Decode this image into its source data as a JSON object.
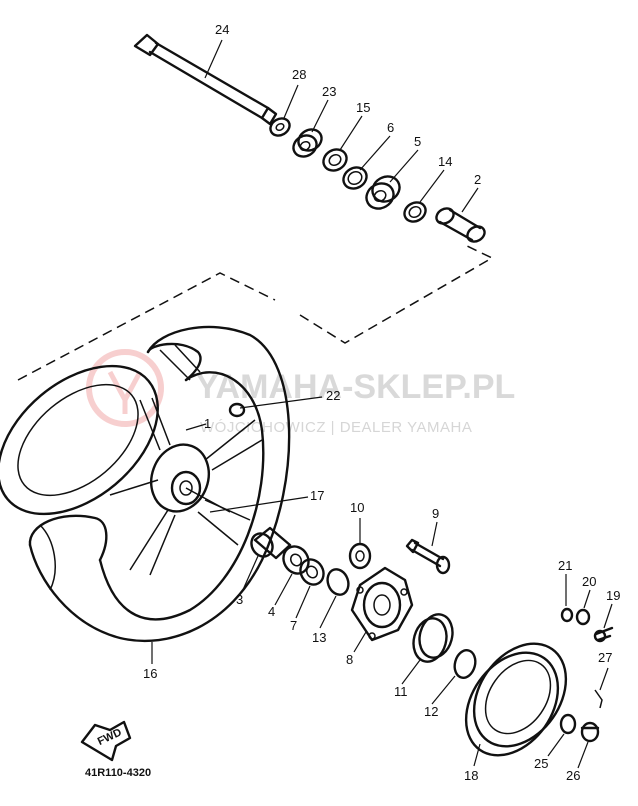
{
  "watermark": {
    "title": "YAMAHA-SKLEP.PL",
    "subtitle": "WÓJCICHOWICZ | DEALER YAMAHA",
    "color": "#d9d9d9",
    "logo_color": "#f2b8b8"
  },
  "diagram_code": "41R110-4320",
  "fwd_label": "FWD",
  "callouts": [
    {
      "key": "p24",
      "label": "24"
    },
    {
      "key": "p28",
      "label": "28"
    },
    {
      "key": "p23",
      "label": "23"
    },
    {
      "key": "p15",
      "label": "15"
    },
    {
      "key": "p6",
      "label": "6"
    },
    {
      "key": "p5",
      "label": "5"
    },
    {
      "key": "p14",
      "label": "14"
    },
    {
      "key": "p2",
      "label": "2"
    },
    {
      "key": "p22",
      "label": "22"
    },
    {
      "key": "p1",
      "label": "1"
    },
    {
      "key": "p17",
      "label": "17"
    },
    {
      "key": "p10",
      "label": "10"
    },
    {
      "key": "p9",
      "label": "9"
    },
    {
      "key": "p3",
      "label": "3"
    },
    {
      "key": "p4",
      "label": "4"
    },
    {
      "key": "p7",
      "label": "7"
    },
    {
      "key": "p13",
      "label": "13"
    },
    {
      "key": "p8",
      "label": "8"
    },
    {
      "key": "p11",
      "label": "11"
    },
    {
      "key": "p12",
      "label": "12"
    },
    {
      "key": "p16",
      "label": "16"
    },
    {
      "key": "p18",
      "label": "18"
    },
    {
      "key": "p21",
      "label": "21"
    },
    {
      "key": "p20",
      "label": "20"
    },
    {
      "key": "p19",
      "label": "19"
    },
    {
      "key": "p27",
      "label": "27"
    },
    {
      "key": "p25",
      "label": "25"
    },
    {
      "key": "p26",
      "label": "26"
    }
  ]
}
